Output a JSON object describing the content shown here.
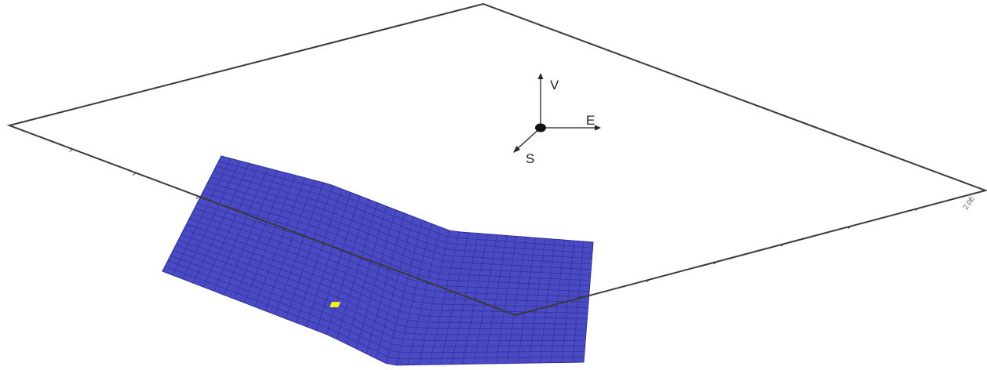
{
  "colors": {
    "background": "#ffffff",
    "plane_outline": "#3a3a3a",
    "fault_fill": "#4a4ac4",
    "fault_mesh": "#2f2f94",
    "patch": "#f2f21a",
    "axis": "#222222"
  },
  "orientation": {
    "up_label": "V",
    "east_label": "E",
    "south_label": "S"
  },
  "plane": {
    "edge_tick_label": "2.0E"
  },
  "fault_mesh": {
    "rows": 22,
    "cols": 40
  }
}
